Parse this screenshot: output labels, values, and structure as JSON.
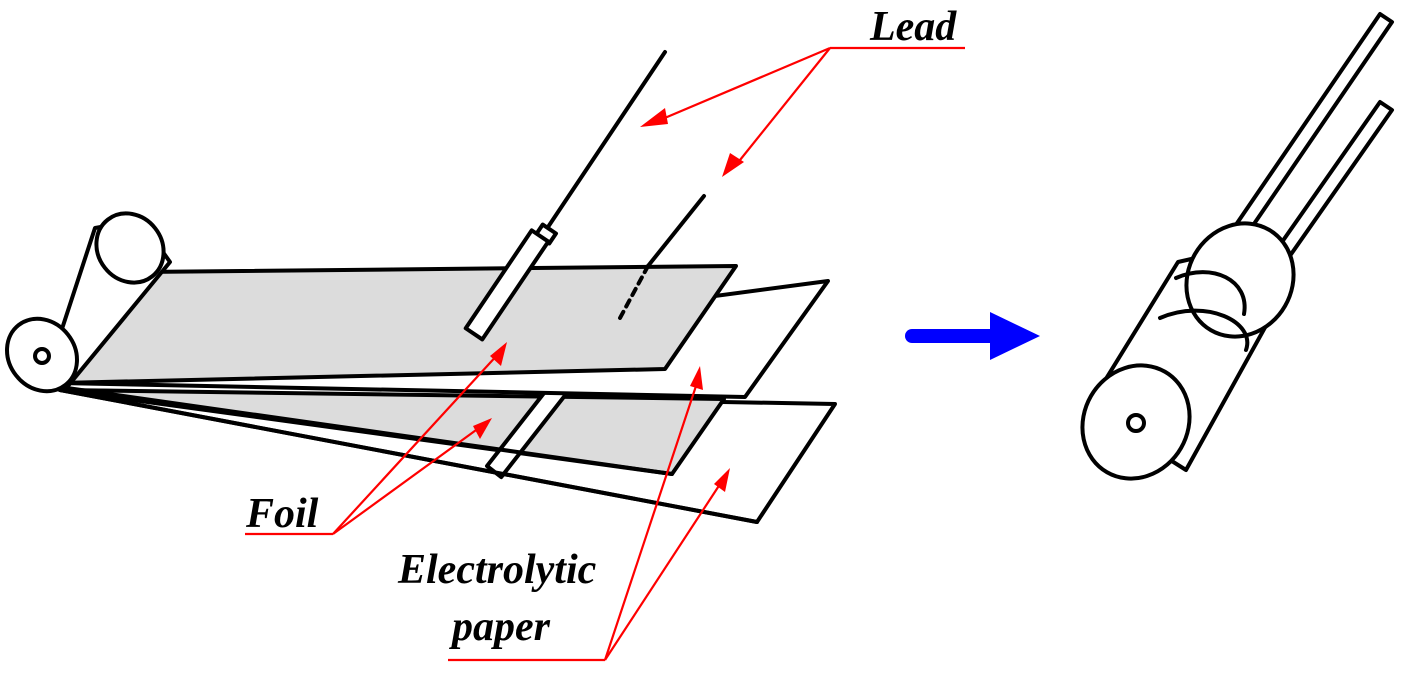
{
  "labels": {
    "lead": "Lead",
    "foil": "Foil",
    "electrolytic_line1": "Electrolytic",
    "electrolytic_line2": "paper"
  },
  "colors": {
    "callout": "#ff0000",
    "process_arrow": "#0000ff",
    "foil_fill": "#dcdcdc",
    "outline": "#000000"
  },
  "icons": {
    "process_arrow": "right-arrow-icon",
    "rolled_capacitor": "capacitor-icon"
  }
}
